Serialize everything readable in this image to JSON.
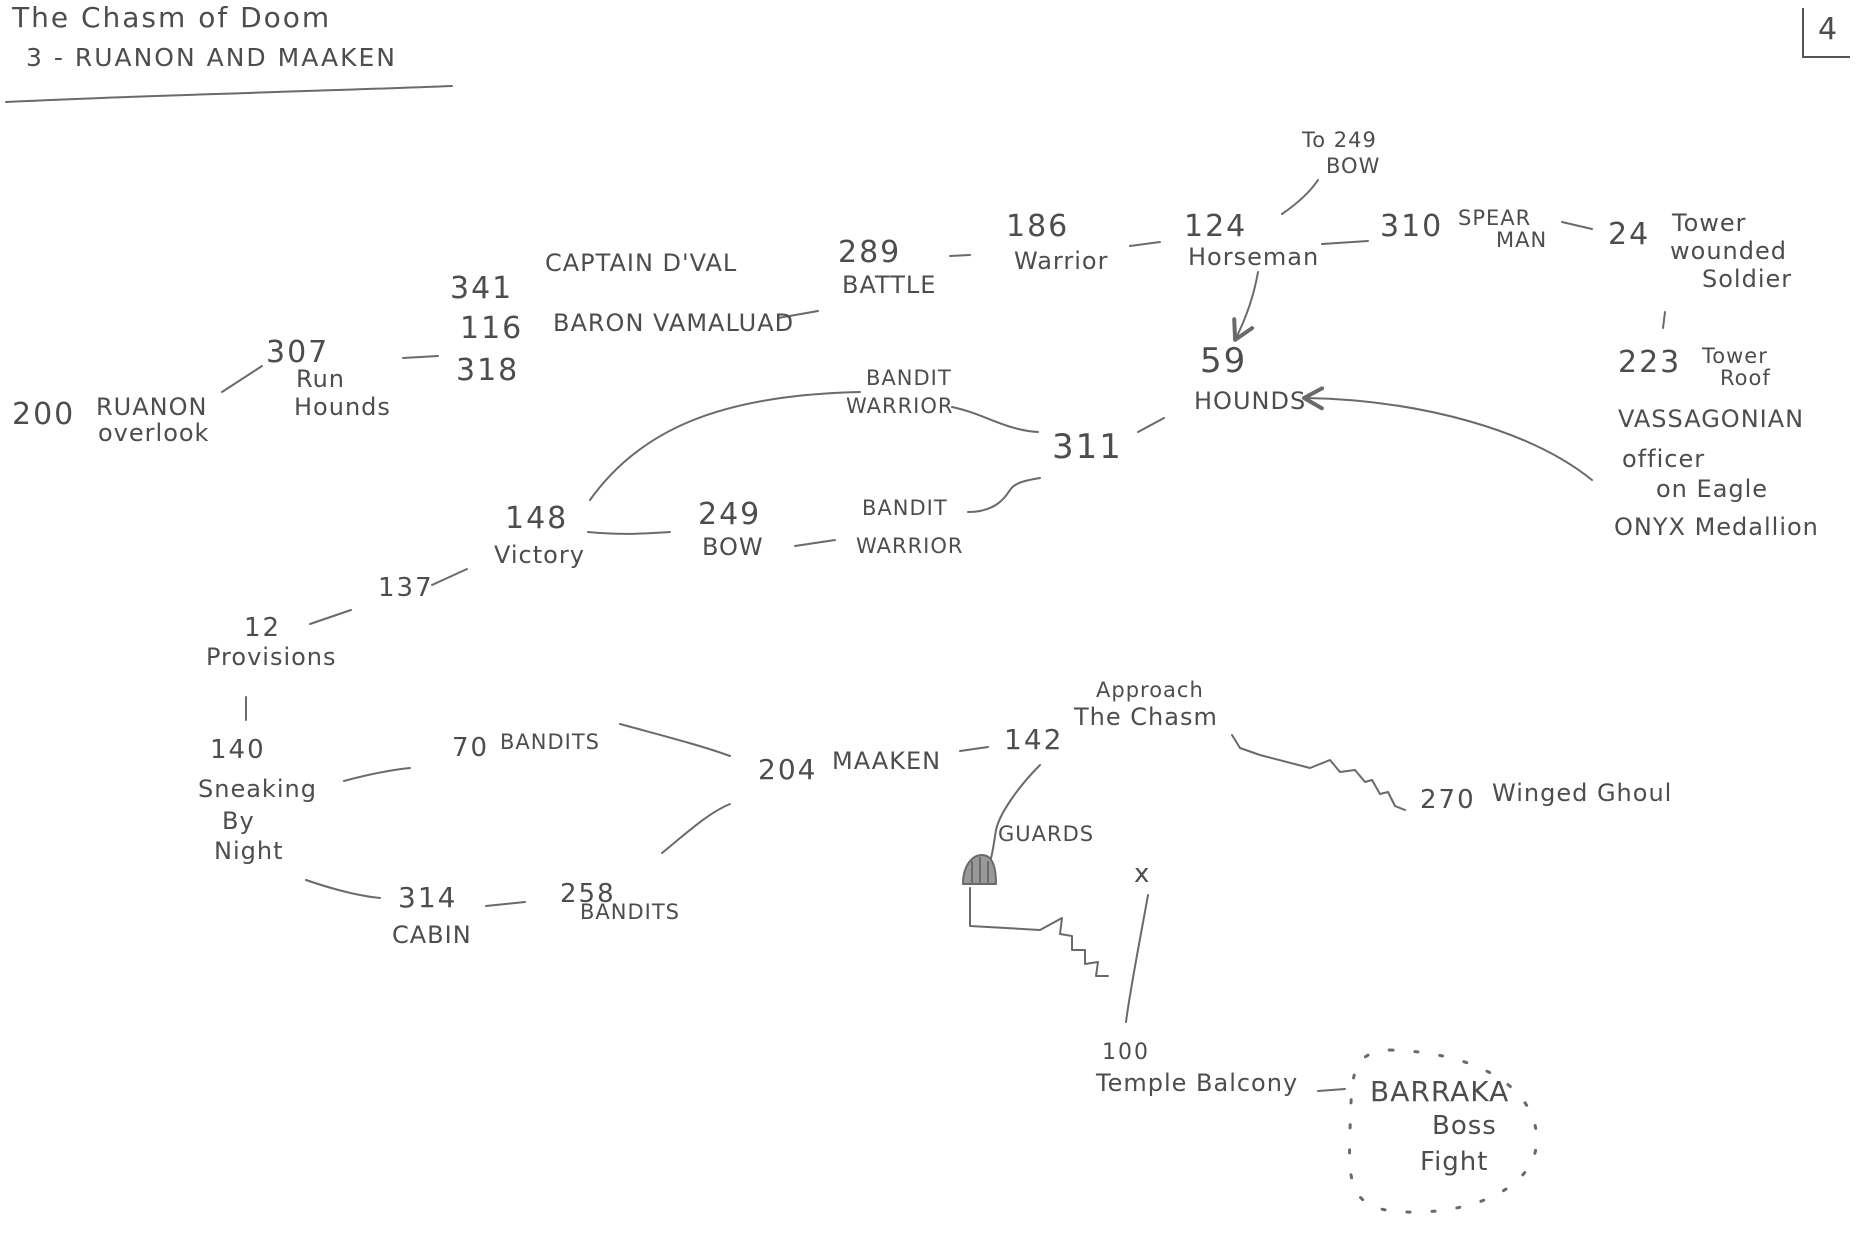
{
  "title": {
    "line1": "The Chasm of Doom",
    "line2": "3 - RUANON AND MAAKEN"
  },
  "page_number": "4",
  "nodes": {
    "n200": "200",
    "ruanon": "RUANON",
    "overlook": "overlook",
    "n307": "307",
    "run": "Run",
    "hounds1": "Hounds",
    "n341": "341",
    "n116": "116",
    "n318": "318",
    "captain": "CAPTAIN D'VAL",
    "baron": "BARON VAMALUAD",
    "n289": "289",
    "battle": "BATTLE",
    "n186": "186",
    "warrior": "Warrior",
    "n124": "124",
    "horseman": "Horseman",
    "to249": "To 249",
    "bow_top": "BOW",
    "n310": "310",
    "spear": "SPEAR",
    "man": "MAN",
    "n24": "24",
    "tower1": "Tower",
    "wounded": "wounded",
    "soldier": "Soldier",
    "n223": "223",
    "tower2": "Tower",
    "roof": "Roof",
    "vassagonian": "VASSAGONIAN",
    "officer": "officer",
    "on_eagle": "on Eagle",
    "onyx": "ONYX Medallion",
    "n59": "59",
    "hounds2": "HOUNDS",
    "bandit1": "BANDIT",
    "warrior1": "WARRIOR",
    "n311": "311",
    "n148": "148",
    "victory": "Victory",
    "n249": "249",
    "bow": "BOW",
    "bandit2": "BANDIT",
    "warrior2": "WARRIOR",
    "n137": "137",
    "n12": "12",
    "provisions": "Provisions",
    "n140": "140",
    "sneaking": "Sneaking",
    "by": "By",
    "night": "Night",
    "n70": "70",
    "bandits1": "BANDITS",
    "n204": "204",
    "maaken": "MAAKEN",
    "n142": "142",
    "approach": "Approach",
    "the_chasm": "The Chasm",
    "n270": "270",
    "winged_ghoul": "Winged Ghoul",
    "guards": "GUARDS",
    "n314": "314",
    "cabin": "CABIN",
    "n258": "258",
    "bandits2": "BANDITS",
    "x_mark": "x",
    "n100": "100",
    "temple": "Temple Balcony",
    "barraka": "BARRAKA",
    "boss": "Boss",
    "fight": "Fight"
  }
}
